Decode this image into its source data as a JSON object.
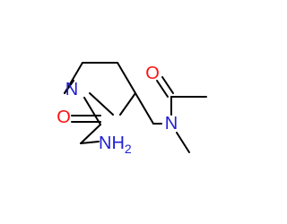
{
  "molecule": {
    "atoms": {
      "n1": {
        "text": "N",
        "color": "#1f1fd3"
      },
      "o1": {
        "text": "O",
        "color": "#ff1010"
      },
      "o2": {
        "text": "O",
        "color": "#ff1010"
      },
      "n2": {
        "text": "N",
        "color": "#1f1fd3"
      },
      "nh2": {
        "text": "NH",
        "sub": "2",
        "color": "#1f1fd3"
      }
    },
    "bond_color": "#000000"
  }
}
